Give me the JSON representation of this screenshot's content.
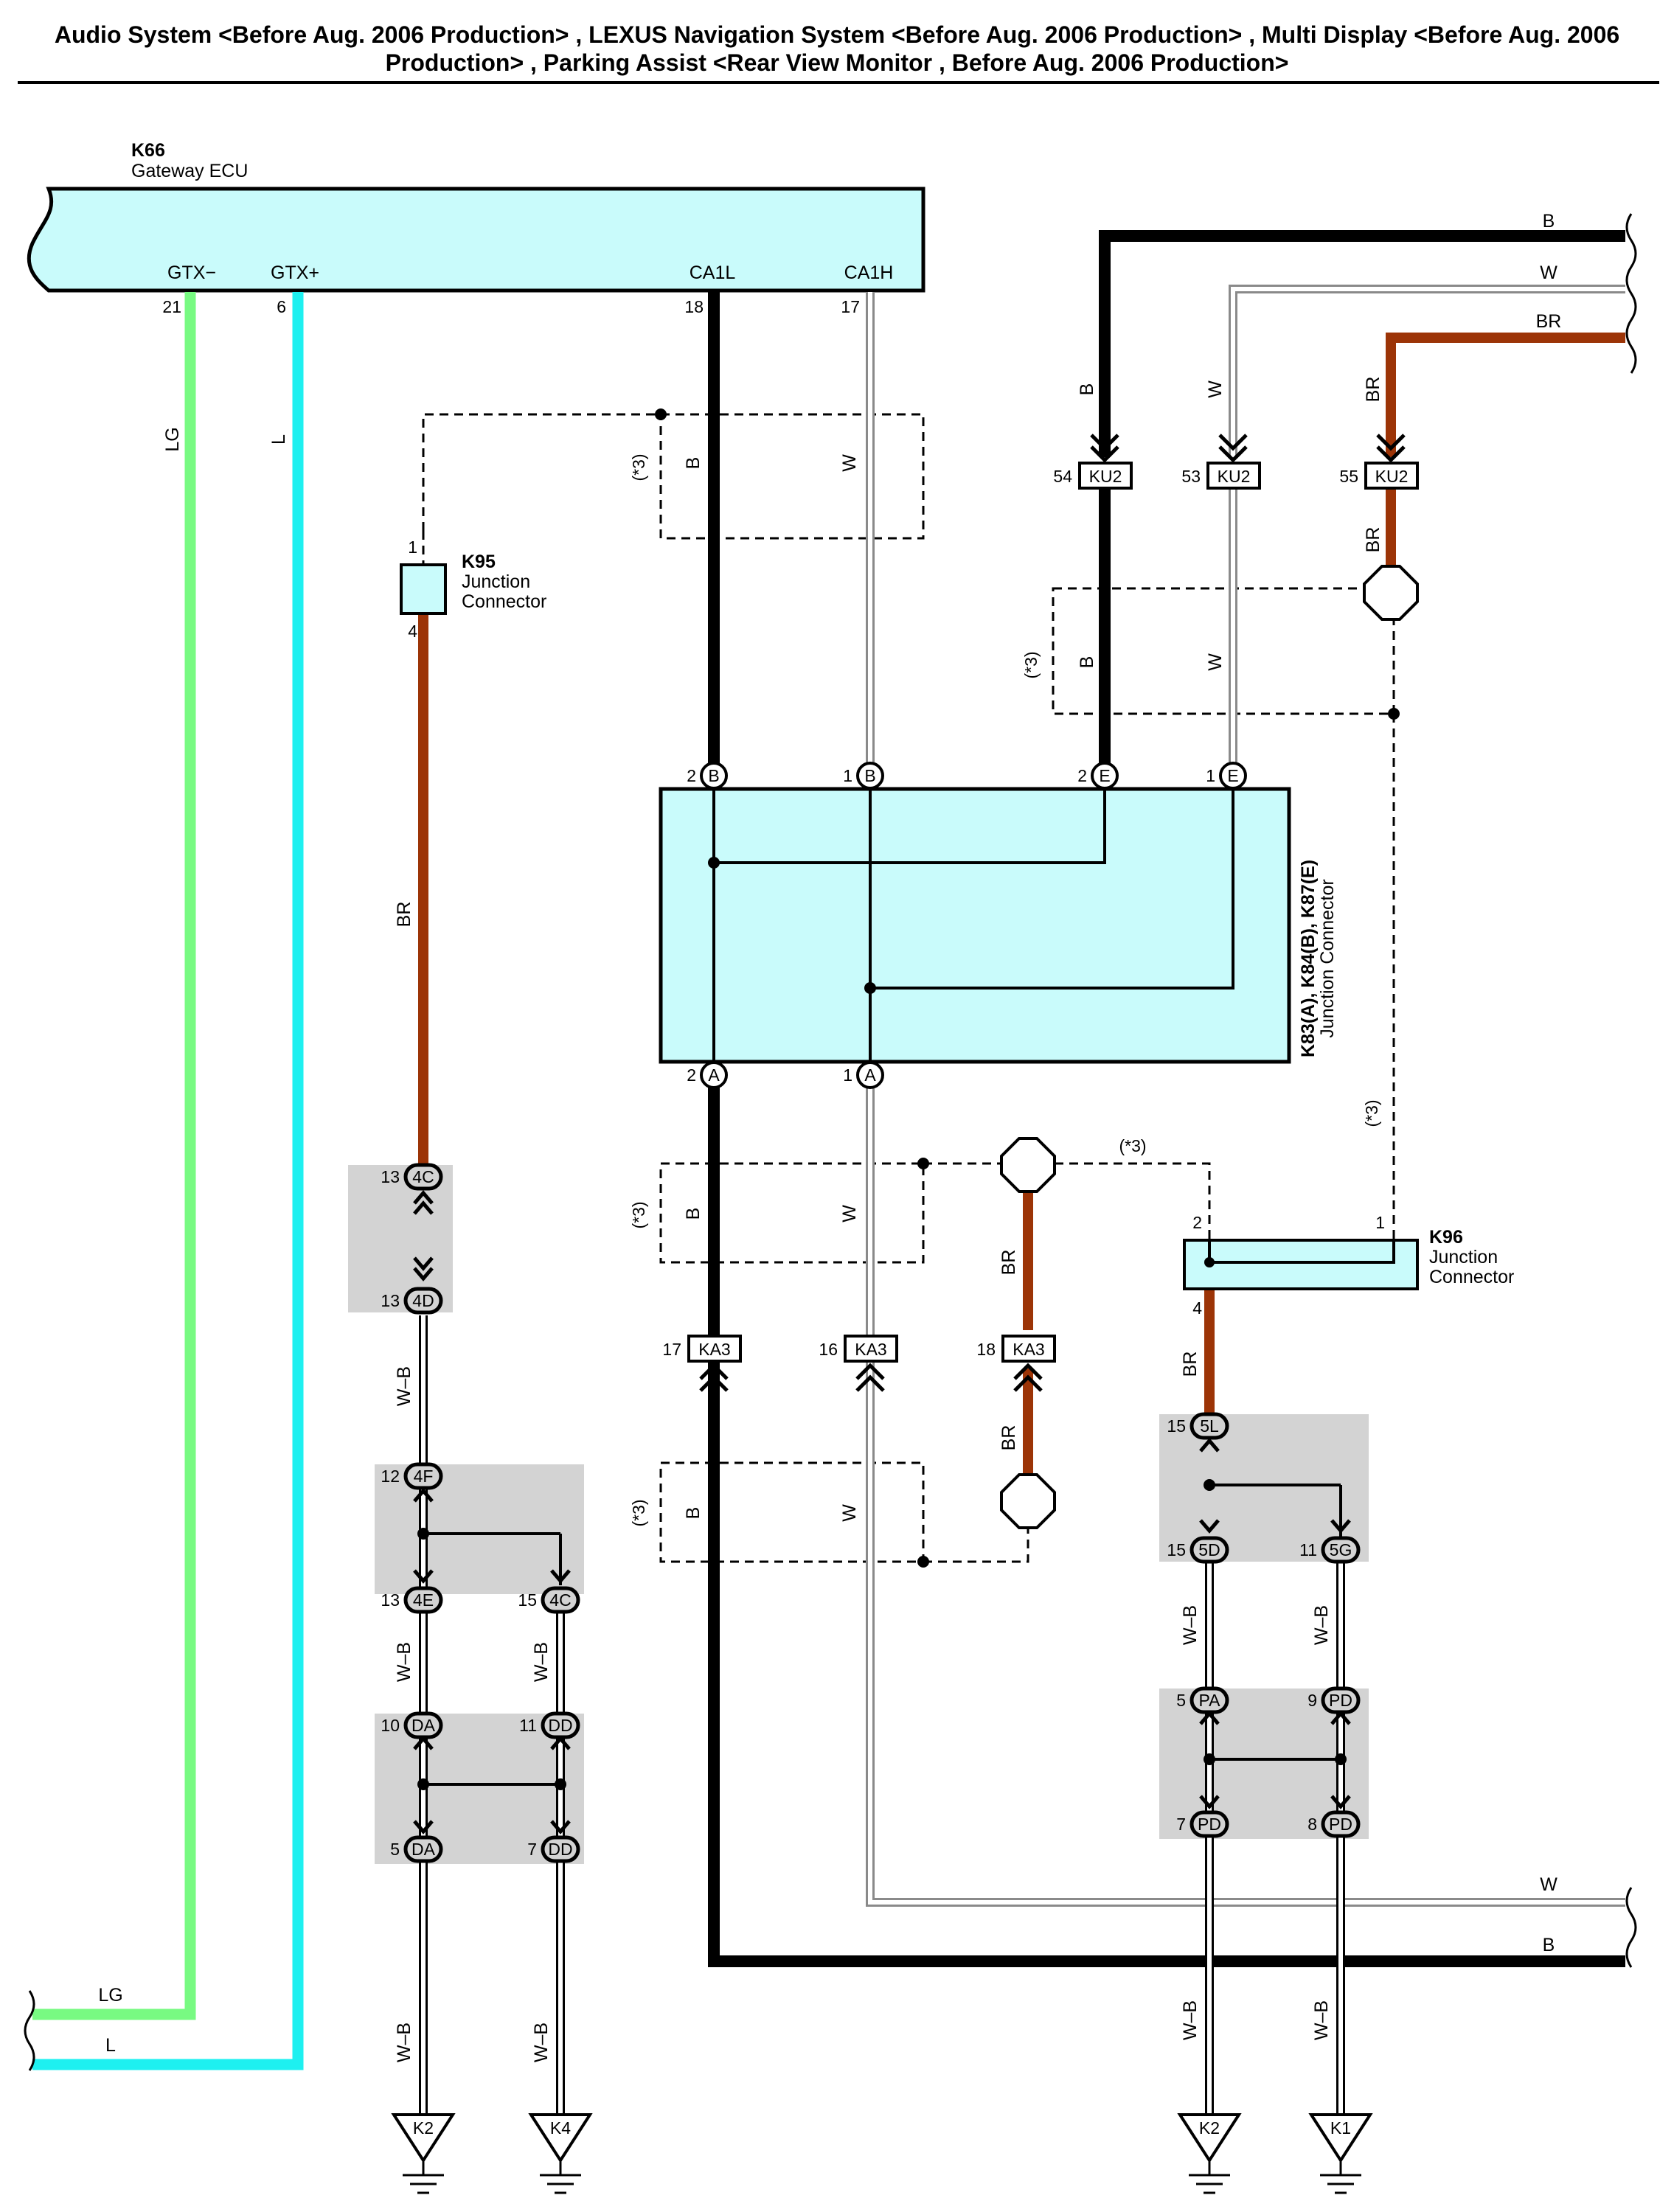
{
  "title": {
    "line1": "Audio System <Before Aug. 2006 Production> , LEXUS Navigation System <Before Aug. 2006 Production> , Multi Display <Before Aug. 2006",
    "line2": "Production> , Parking Assist <Rear View Monitor , Before Aug. 2006 Production>"
  },
  "colors": {
    "ecu_fill": "#c9fbfb",
    "wire_LG": "#78fa82",
    "wire_L": "#1ef0f0",
    "wire_BR": "#9c3407",
    "wire_B": "#000000",
    "wire_W": "#ffffff",
    "connector_shade": "#d3d3d3"
  },
  "ecu": {
    "code": "K66",
    "name": "Gateway ECU",
    "terminals": {
      "gtx_minus": {
        "label": "GTX−",
        "pin": "21"
      },
      "gtx_plus": {
        "label": "GTX+",
        "pin": "6"
      },
      "ca1l": {
        "label": "CA1L",
        "pin": "18"
      },
      "ca1h": {
        "label": "CA1H",
        "pin": "17"
      }
    }
  },
  "k95": {
    "code": "K95",
    "line1": "Junction",
    "line2": "Connector",
    "pin_top": "1",
    "pin_bottom": "4"
  },
  "k96": {
    "code": "K96",
    "line1": "Junction",
    "line2": "Connector",
    "pin_left": "2",
    "pin_right": "1",
    "pin_bottom": "4"
  },
  "jc_main": {
    "code": "K83(A), K84(B), K87(E)",
    "name": "Junction Connector",
    "top_pins": [
      {
        "num": "2",
        "code": "B"
      },
      {
        "num": "1",
        "code": "B"
      },
      {
        "num": "2",
        "code": "E"
      },
      {
        "num": "1",
        "code": "E"
      }
    ],
    "bottom_pins": [
      {
        "num": "2",
        "code": "A"
      },
      {
        "num": "1",
        "code": "A"
      }
    ]
  },
  "note": "(*3)",
  "wires": {
    "lg": "LG",
    "l": "L",
    "br": "BR",
    "b": "B",
    "w": "W",
    "wb": "W–B"
  },
  "inline_connectors": {
    "ku2_54": {
      "pin": "54",
      "code": "KU2"
    },
    "ku2_53": {
      "pin": "53",
      "code": "KU2"
    },
    "ku2_55": {
      "pin": "55",
      "code": "KU2"
    },
    "ka3_17": {
      "pin": "17",
      "code": "KA3"
    },
    "ka3_16": {
      "pin": "16",
      "code": "KA3"
    },
    "ka3_18": {
      "pin": "18",
      "code": "KA3"
    }
  },
  "junction_pins": {
    "c4c_13": {
      "pin": "13",
      "code": "4C"
    },
    "c4d_13": {
      "pin": "13",
      "code": "4D"
    },
    "c4f_12": {
      "pin": "12",
      "code": "4F"
    },
    "c4e_13": {
      "pin": "13",
      "code": "4E"
    },
    "c4c_15": {
      "pin": "15",
      "code": "4C"
    },
    "da_10": {
      "pin": "10",
      "code": "DA"
    },
    "dd_11": {
      "pin": "11",
      "code": "DD"
    },
    "da_5": {
      "pin": "5",
      "code": "DA"
    },
    "dd_7": {
      "pin": "7",
      "code": "DD"
    },
    "c5l_15": {
      "pin": "15",
      "code": "5L"
    },
    "c5d_15": {
      "pin": "15",
      "code": "5D"
    },
    "c5g_11": {
      "pin": "11",
      "code": "5G"
    },
    "pa_5": {
      "pin": "5",
      "code": "PA"
    },
    "pd_9": {
      "pin": "9",
      "code": "PD"
    },
    "pd_7": {
      "pin": "7",
      "code": "PD"
    },
    "pd_8": {
      "pin": "8",
      "code": "PD"
    }
  },
  "grounds": [
    "K2",
    "K4",
    "K2",
    "K1"
  ]
}
